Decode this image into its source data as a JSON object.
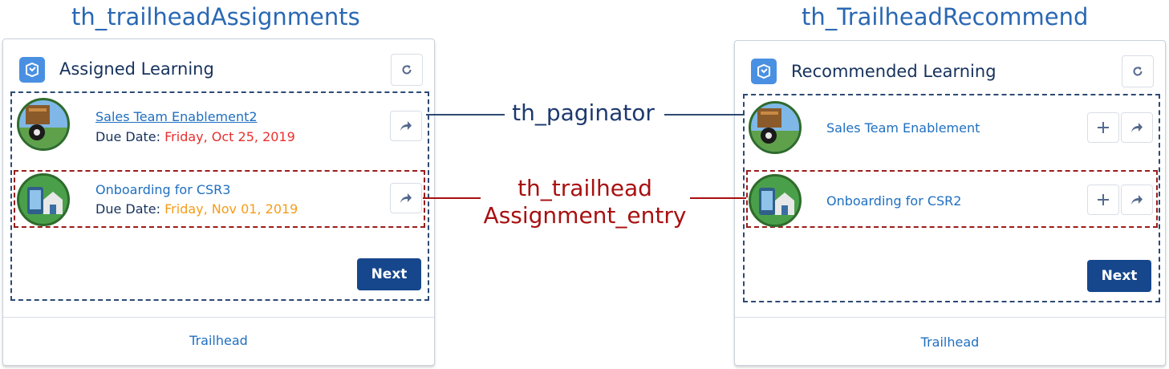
{
  "labels": {
    "left_component": "th_trailheadAssignments",
    "right_component": "th_TrailheadRecommend",
    "paginator": "th_paginator",
    "entry_line1": "th_trailhead",
    "entry_line2": "Assignment_entry"
  },
  "left_card": {
    "title": "Assigned Learning",
    "entries": [
      {
        "title": "Sales Team Enablement2",
        "due_label": "Due Date:",
        "due_date": "Friday, Oct 25, 2019"
      },
      {
        "title": "Onboarding for CSR3",
        "due_label": "Due Date:",
        "due_date": "Friday, Nov 01, 2019"
      }
    ],
    "next_label": "Next",
    "footer": "Trailhead"
  },
  "right_card": {
    "title": "Recommended Learning",
    "entries": [
      {
        "title": "Sales Team Enablement"
      },
      {
        "title": "Onboarding for CSR2"
      }
    ],
    "next_label": "Next",
    "footer": "Trailhead"
  },
  "icons": {
    "app": "trailhead-app-icon",
    "refresh": "refresh-icon",
    "share": "share-arrow-icon",
    "add": "plus-icon"
  },
  "colors": {
    "component_label": "#2a68b3",
    "paginator_outline": "#2d4a73",
    "entry_outline": "#9b1c1c",
    "link": "#1f6fc1",
    "due_overdue": "#e8302e",
    "due_upcoming": "#f59c19",
    "next_button": "#16478c"
  }
}
